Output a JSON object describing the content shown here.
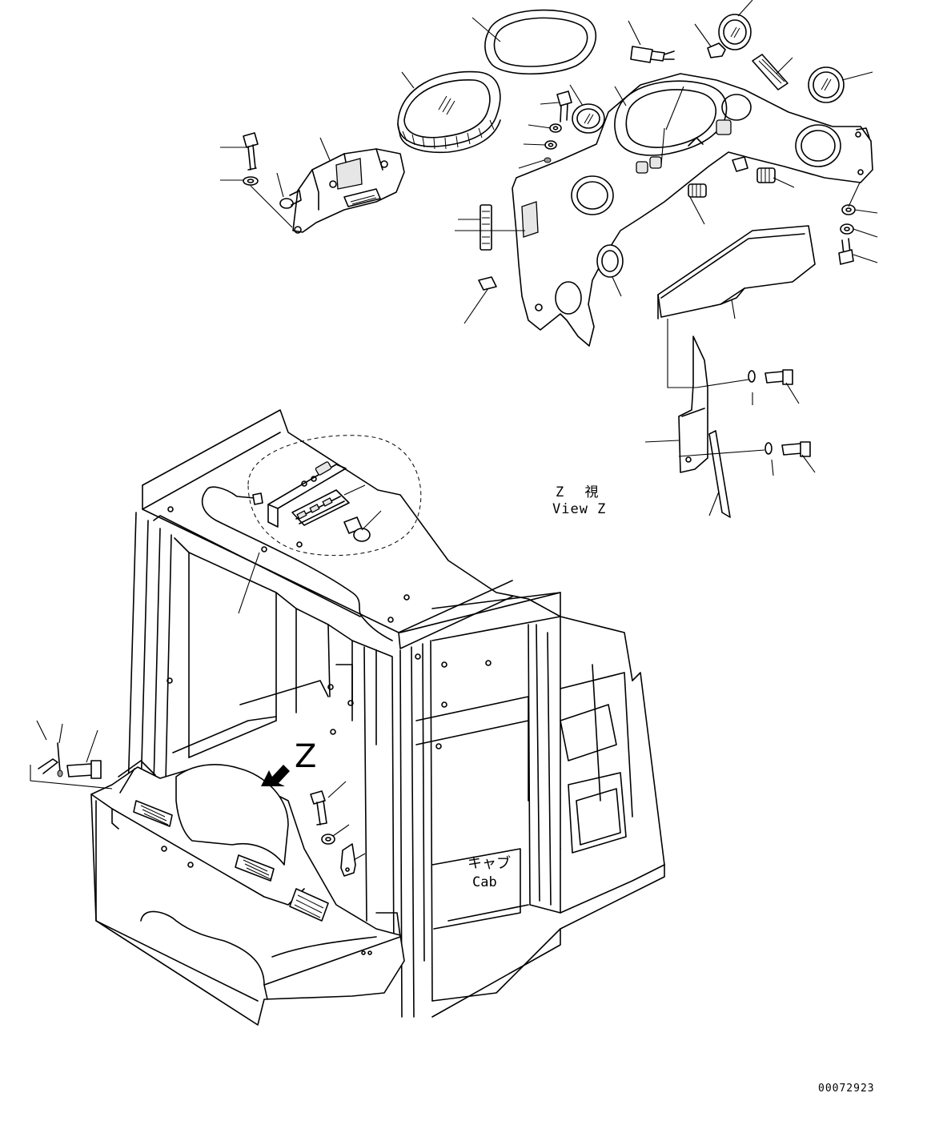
{
  "view_label": {
    "jp": "Z 視",
    "en": "View Z"
  },
  "cab_label": {
    "jp": "キャブ",
    "en": "Cab"
  },
  "z_marker": "Z",
  "drawing_number": "00072923"
}
